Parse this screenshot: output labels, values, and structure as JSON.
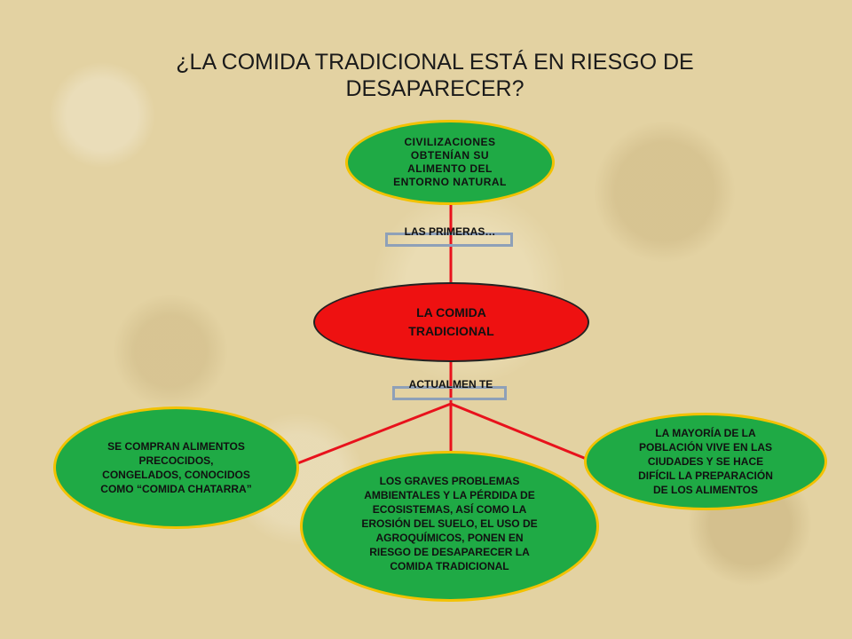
{
  "title": "¿LA COMIDA TRADICIONAL ESTÁ EN RIESGO DE DESAPARECER?",
  "center": "LA COMIDA TRADICIONAL",
  "top_node": "CIVILIZACIONES OBTENÍAN SU ALIMENTO DEL ENTORNO NATURAL",
  "top_connector": "LAS PRIMERAS…",
  "bottom_connector": "ACTUALMEN TE",
  "left_node": "SE COMPRAN ALIMENTOS PRECOCIDOS, CONGELADOS, CONOCIDOS COMO “COMIDA CHATARRA”",
  "bottom_node": "LOS GRAVES PROBLEMAS AMBIENTALES Y LA PÉRDIDA DE ECOSISTEMAS, ASÍ COMO LA EROSIÓN DEL SUELO, EL USO DE AGROQUÍMICOS, PONEN EN RIESGO DE DESAPARECER LA COMIDA TRADICIONAL",
  "right_node": "LA MAYORÍA DE LA POBLACIÓN VIVE EN LAS CIUDADES Y SE HACE DIFÍCIL LA PREPARACIÓN DE LOS ALIMENTOS",
  "colors": {
    "node_green": "#1faa45",
    "node_border": "#f2c200",
    "center_red": "#ee1111",
    "connector": "#e8121c"
  }
}
